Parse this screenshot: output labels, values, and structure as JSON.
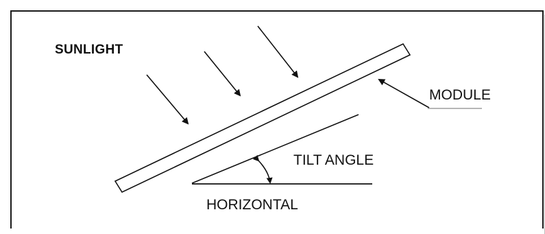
{
  "diagram": {
    "labels": {
      "sunlight": "SUNLIGHT",
      "module": "MODULE",
      "tilt_angle": "TILT ANGLE",
      "horizontal": "HORIZONTAL"
    },
    "colors": {
      "stroke": "#111111",
      "module_underline": "#9e9e9e",
      "background": "#ffffff"
    }
  }
}
